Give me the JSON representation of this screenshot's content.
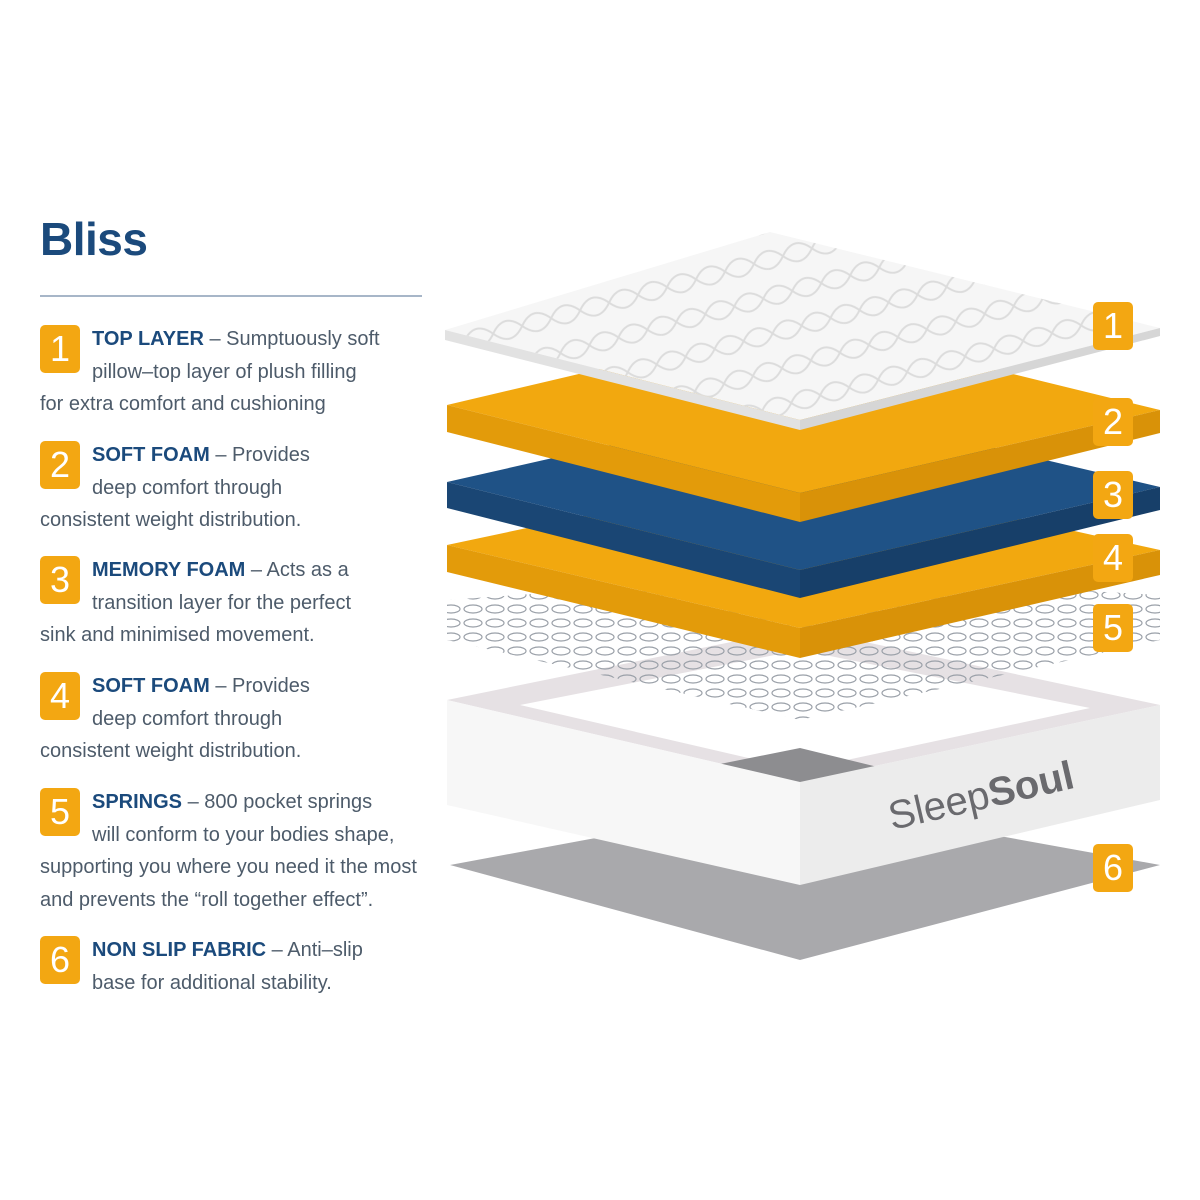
{
  "title": "Bliss",
  "items": [
    {
      "num": "1",
      "name": "TOP LAYER",
      "l1": " – Sumptuously soft",
      "l2": "pillow–top layer of plush filling",
      "l3": "for extra comfort and cushioning",
      "l4": ""
    },
    {
      "num": "2",
      "name": "SOFT FOAM",
      "l1": " – Provides",
      "l2": "deep comfort through",
      "l3": "consistent weight distribution.",
      "l4": ""
    },
    {
      "num": "3",
      "name": "MEMORY FOAM",
      "l1": " – Acts as a",
      "l2": "transition layer for the perfect",
      "l3": "sink and minimised movement.",
      "l4": ""
    },
    {
      "num": "4",
      "name": "SOFT FOAM",
      "l1": " – Provides",
      "l2": "deep comfort through",
      "l3": "consistent weight distribution.",
      "l4": ""
    },
    {
      "num": "5",
      "name": "SPRINGS",
      "l1": " – 800 pocket springs",
      "l2": "will conform to your bodies shape,",
      "l3": "supporting you where you need it the most",
      "l4": "and prevents the “roll together effect”."
    },
    {
      "num": "6",
      "name": "NON SLIP FABRIC",
      "l1": " – Anti–slip",
      "l2": "base for additional stability.",
      "l3": "",
      "l4": ""
    }
  ],
  "diagram_badges": [
    "1",
    "2",
    "3",
    "4",
    "5",
    "6"
  ],
  "logo": {
    "text_light": "Sleep",
    "text_bold": "Soul"
  },
  "colors": {
    "navy": "#1b4a7c",
    "orange": "#f3a712",
    "blue_foam": "#1e4f80",
    "text": "#4d5b6a"
  }
}
